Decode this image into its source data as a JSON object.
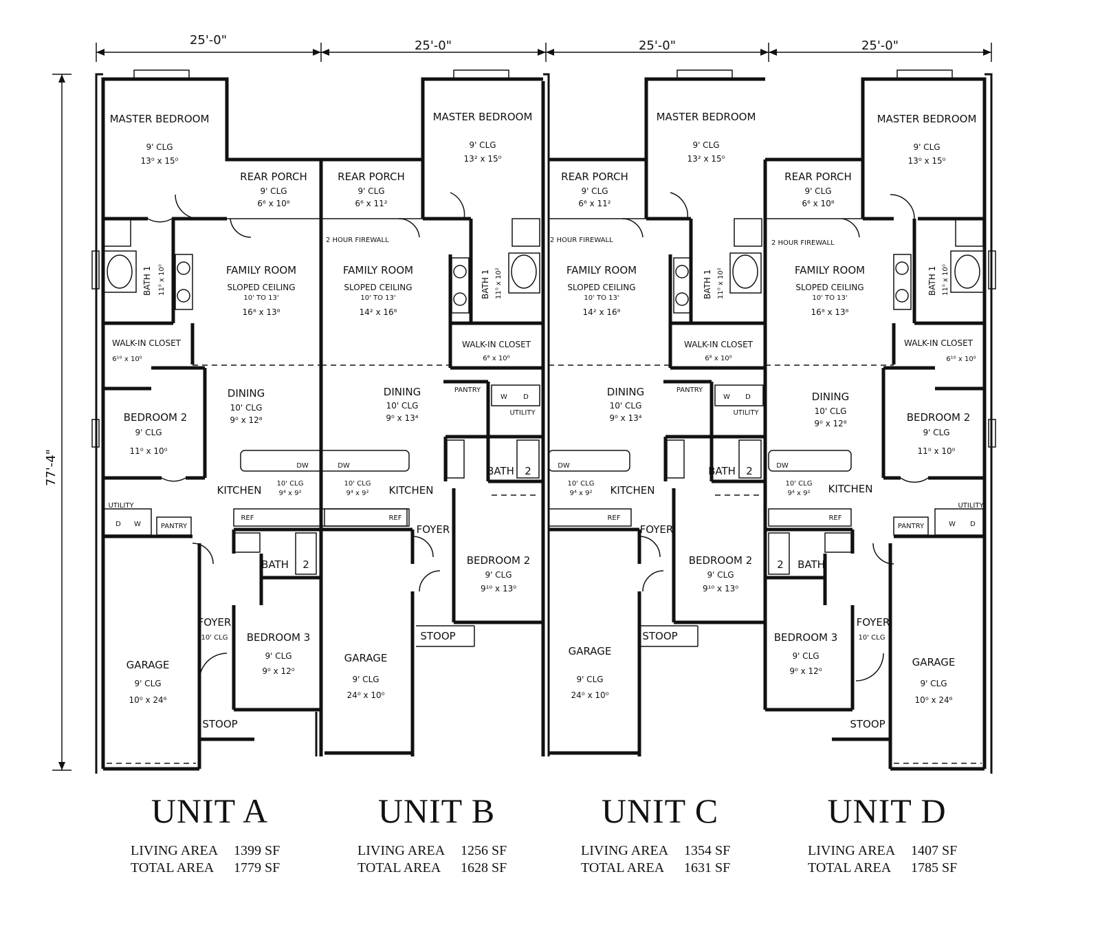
{
  "dimensions": {
    "unit_widths": [
      "25'-0\"",
      "25'-0\"",
      "25'-0\"",
      "25'-0\""
    ],
    "overall_depth": "77'-4\""
  },
  "labels": {
    "firewall": "2 HOUR FIREWALL",
    "dw": "DW",
    "ref": "REF",
    "washer": "W",
    "dryer": "D",
    "bath2_mark": "2"
  },
  "units": [
    {
      "title": "UNIT A",
      "living_label": "LIVING AREA",
      "living_value": "1399 SF",
      "total_label": "TOTAL AREA",
      "total_value": "1779 SF",
      "rooms": {
        "master": {
          "name": "MASTER BEDROOM",
          "clg": "9' CLG",
          "size": "13⁰ x 15⁰"
        },
        "rear_porch": {
          "name": "REAR PORCH",
          "clg": "9' CLG",
          "size": "6⁶ x 10⁸"
        },
        "family": {
          "name": "FAMILY ROOM",
          "note": "SLOPED CEILING",
          "range": "10' TO 13'",
          "size": "16⁸ x 13⁸"
        },
        "bath1": {
          "name": "BATH 1",
          "size": "11⁰ x 10⁰"
        },
        "closet": {
          "name": "WALK-IN CLOSET",
          "size": "6¹⁰ x 10⁰"
        },
        "dining": {
          "name": "DINING",
          "clg": "10' CLG",
          "size": "9⁰ x 12⁸"
        },
        "bedroom2": {
          "name": "BEDROOM 2",
          "clg": "9' CLG",
          "size": "11⁰ x 10⁰"
        },
        "kitchen": {
          "name": "KITCHEN",
          "clg": "10' CLG",
          "size": "9⁴ x 9²"
        },
        "utility": {
          "name": "UTILITY"
        },
        "pantry": {
          "name": "PANTRY"
        },
        "bath2": {
          "name": "BATH"
        },
        "foyer": {
          "name": "FOYER",
          "clg": "10' CLG"
        },
        "bedroom3": {
          "name": "BEDROOM 3",
          "clg": "9' CLG",
          "size": "9⁰ x 12⁰"
        },
        "garage": {
          "name": "GARAGE",
          "clg": "9' CLG",
          "size": "10⁰ x 24⁶"
        },
        "stoop": {
          "name": "STOOP"
        }
      }
    },
    {
      "title": "UNIT B",
      "living_label": "LIVING AREA",
      "living_value": "1256 SF",
      "total_label": "TOTAL AREA",
      "total_value": "1628 SF",
      "rooms": {
        "master": {
          "name": "MASTER BEDROOM",
          "clg": "9' CLG",
          "size": "13² x 15⁰"
        },
        "rear_porch": {
          "name": "REAR PORCH",
          "clg": "9' CLG",
          "size": "6⁶ x 11²"
        },
        "family": {
          "name": "FAMILY ROOM",
          "note": "SLOPED CEILING",
          "range": "10' TO 13'",
          "size": "14² x 16⁸"
        },
        "bath1": {
          "name": "BATH 1",
          "size": "11⁰ x 10²"
        },
        "closet": {
          "name": "WALK-IN CLOSET",
          "size": "6⁸ x 10⁰"
        },
        "dining": {
          "name": "DINING",
          "clg": "10' CLG",
          "size": "9⁰ x 13⁴"
        },
        "pantry": {
          "name": "PANTRY"
        },
        "utility": {
          "name": "UTILITY"
        },
        "kitchen": {
          "name": "KITCHEN",
          "clg": "10' CLG",
          "size": "9⁴ x 9²"
        },
        "bath2": {
          "name": "BATH"
        },
        "foyer": {
          "name": "FOYER"
        },
        "bedroom2": {
          "name": "BEDROOM 2",
          "clg": "9' CLG",
          "size": "9¹⁰ x 13⁰"
        },
        "stoop": {
          "name": "STOOP"
        },
        "garage": {
          "name": "GARAGE",
          "clg": "9' CLG",
          "size": "24⁰ x 10⁰"
        }
      }
    },
    {
      "title": "UNIT C",
      "living_label": "LIVING AREA",
      "living_value": "1354 SF",
      "total_label": "TOTAL AREA",
      "total_value": "1631 SF",
      "rooms": {
        "master": {
          "name": "MASTER BEDROOM",
          "clg": "9' CLG",
          "size": "13² x 15⁰"
        },
        "rear_porch": {
          "name": "REAR PORCH",
          "clg": "9' CLG",
          "size": "6⁶ x 11²"
        },
        "family": {
          "name": "FAMILY ROOM",
          "note": "SLOPED CEILING",
          "range": "10' TO 13'",
          "size": "14² x 16⁸"
        },
        "bath1": {
          "name": "BATH 1",
          "size": "11⁰ x 10²"
        },
        "closet": {
          "name": "WALK-IN CLOSET",
          "size": "6⁸ x 10⁰"
        },
        "dining": {
          "name": "DINING",
          "clg": "10' CLG",
          "size": "9⁰ x 13⁴"
        },
        "pantry": {
          "name": "PANTRY"
        },
        "utility": {
          "name": "UTILITY"
        },
        "kitchen": {
          "name": "KITCHEN",
          "clg": "10' CLG",
          "size": "9⁴ x 9²"
        },
        "bath2": {
          "name": "BATH"
        },
        "foyer": {
          "name": "FOYER"
        },
        "bedroom2": {
          "name": "BEDROOM 2",
          "clg": "9' CLG",
          "size": "9¹⁰ x 13⁰"
        },
        "stoop": {
          "name": "STOOP"
        },
        "garage": {
          "name": "GARAGE",
          "clg": "9' CLG",
          "size": "24⁰ x 10⁰"
        }
      }
    },
    {
      "title": "UNIT D",
      "living_label": "LIVING AREA",
      "living_value": "1407 SF",
      "total_label": "TOTAL AREA",
      "total_value": "1785 SF",
      "rooms": {
        "master": {
          "name": "MASTER BEDROOM",
          "clg": "9' CLG",
          "size": "13⁰ x 15⁰"
        },
        "rear_porch": {
          "name": "REAR PORCH",
          "clg": "9' CLG",
          "size": "6⁶ x 10⁸"
        },
        "family": {
          "name": "FAMILY ROOM",
          "note": "SLOPED CEILING",
          "range": "10' TO 13'",
          "size": "16⁸ x 13⁸"
        },
        "bath1": {
          "name": "BATH 1",
          "size": "11⁰ x 10⁰"
        },
        "closet": {
          "name": "WALK-IN CLOSET",
          "size": "6¹⁰ x 10⁰"
        },
        "dining": {
          "name": "DINING",
          "clg": "10' CLG",
          "size": "9⁰ x 12⁸"
        },
        "bedroom2": {
          "name": "BEDROOM 2",
          "clg": "9' CLG",
          "size": "11⁰ x 10⁰"
        },
        "kitchen": {
          "name": "KITCHEN",
          "clg": "10' CLG",
          "size": "9⁴ x 9²"
        },
        "utility": {
          "name": "UTILITY"
        },
        "pantry": {
          "name": "PANTRY"
        },
        "bath2": {
          "name": "BATH"
        },
        "foyer": {
          "name": "FOYER",
          "clg": "10' CLG"
        },
        "bedroom3": {
          "name": "BEDROOM 3",
          "clg": "9' CLG",
          "size": "9⁰ x 12⁰"
        },
        "garage": {
          "name": "GARAGE",
          "clg": "9' CLG",
          "size": "10⁰ x 24⁶"
        },
        "stoop": {
          "name": "STOOP"
        }
      }
    }
  ]
}
